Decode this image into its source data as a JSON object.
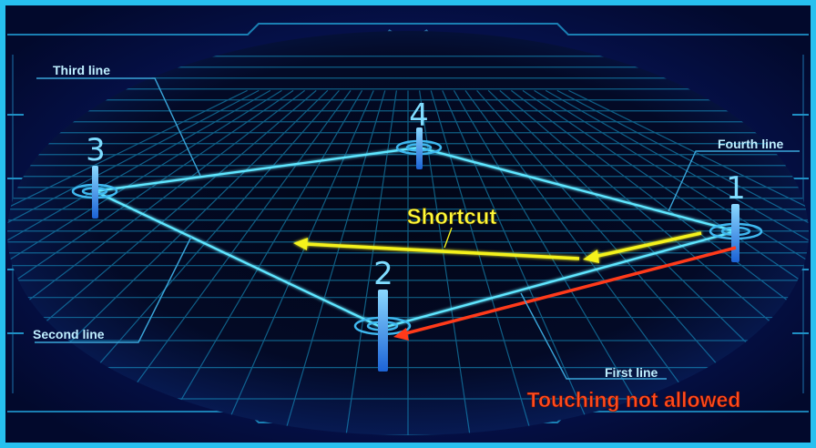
{
  "diagram": {
    "corners": [
      {
        "number": "1"
      },
      {
        "number": "2"
      },
      {
        "number": "3"
      },
      {
        "number": "4"
      }
    ],
    "line_labels": {
      "first": "First line",
      "second": "Second line",
      "third": "Third line",
      "fourth": "Fourth line"
    },
    "shortcut_label": "Shortcut",
    "warning_label": "Touching not allowed"
  },
  "colors": {
    "frame": "#22b6e6",
    "grid": "#1aa6d8",
    "boundary": "#5fe6ff",
    "shortcut": "#f4f21c",
    "warning": "#ff3a1a"
  }
}
